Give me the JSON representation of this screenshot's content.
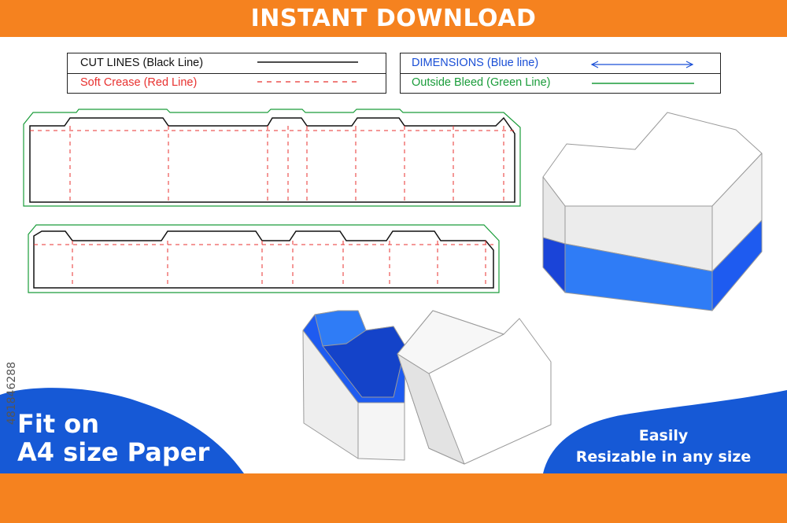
{
  "header": {
    "title": "INSTANT DOWNLOAD",
    "bg_color": "#f5821f"
  },
  "legend": {
    "cut_lines": {
      "label": "CUT LINES (Black Line)",
      "color": "#111111"
    },
    "soft_crease": {
      "label": "Soft Crease (Red Line)",
      "color": "#e8312f"
    },
    "dimensions": {
      "label": "DIMENSIONS (Blue line)",
      "color": "#1a4fd6"
    },
    "outside_bleed": {
      "label": "Outside Bleed (Green Line)",
      "color": "#1a9c3a"
    }
  },
  "badge_left": {
    "line1": "Fit on",
    "line2": "A4 size Paper",
    "color": "#1659d6"
  },
  "badge_right": {
    "line1": "Easily",
    "line2": "Resizable in any size",
    "color": "#1659d6"
  },
  "stock_id": "481846288",
  "colors": {
    "box_blue": "#1e5bf0",
    "box_blue_light": "#2f7cf6",
    "box_grey": "#e6e6e6",
    "footer": "#f5821f"
  }
}
